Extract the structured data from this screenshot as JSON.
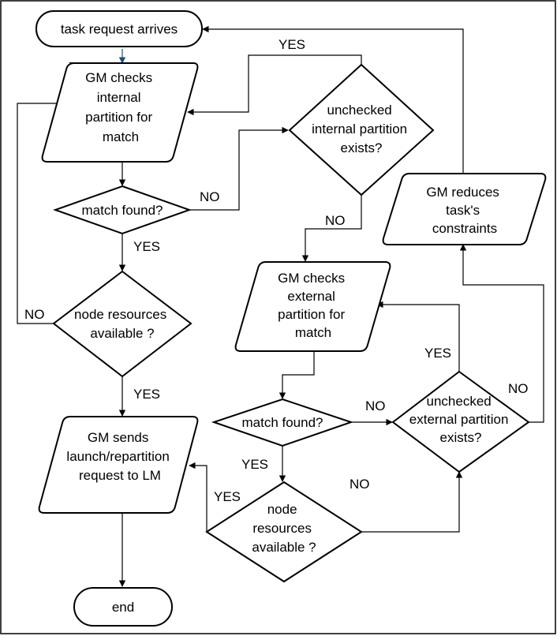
{
  "nodes": {
    "start": [
      "task request arrives"
    ],
    "gm_check_internal": [
      "GM checks",
      "internal",
      "partition for",
      "match"
    ],
    "match_found_internal": [
      "match found?"
    ],
    "node_resources_internal": [
      "node resources",
      "available ?"
    ],
    "gm_sends": [
      "GM sends",
      "launch/repartition",
      "request to LM"
    ],
    "end": [
      "end"
    ],
    "unchecked_internal": [
      "unchecked",
      "internal partition",
      "exists?"
    ],
    "gm_reduces": [
      "GM reduces",
      "task's",
      "constraints"
    ],
    "gm_check_external": [
      "GM checks",
      "external",
      "partition for",
      "match"
    ],
    "match_found_external": [
      "match found?"
    ],
    "unchecked_external": [
      "unchecked",
      "external partition",
      "exists?"
    ],
    "node_resources_external": [
      "node",
      "resources",
      "available ?"
    ]
  },
  "edge_labels": {
    "internal_match_no": "NO",
    "internal_match_yes": "YES",
    "internal_resources_no": "NO",
    "internal_resources_yes": "YES",
    "unchecked_internal_yes": "YES",
    "unchecked_internal_no": "NO",
    "external_match_no": "NO",
    "external_match_yes": "YES",
    "unchecked_external_yes": "YES",
    "unchecked_external_no": "NO",
    "external_resources_no": "NO",
    "external_resources_yes": "YES"
  },
  "colors": {
    "stroke": "#000000",
    "fill": "#ffffff",
    "start_arrow": "#1f4e79"
  }
}
